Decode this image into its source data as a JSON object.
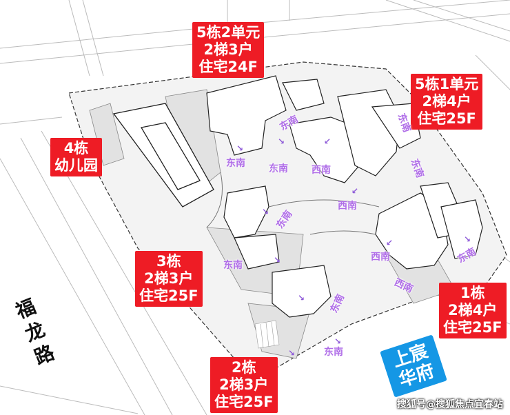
{
  "buildings": [
    {
      "id": "b5u2",
      "lines": [
        "5栋2单元",
        "2梯3户",
        "住宅24F"
      ]
    },
    {
      "id": "b5u1",
      "lines": [
        "5栋1单元",
        "2梯4户",
        "住宅25F"
      ]
    },
    {
      "id": "b4",
      "lines": [
        "4栋",
        "幼儿园"
      ]
    },
    {
      "id": "b3",
      "lines": [
        "3栋",
        "2梯3户",
        "住宅25F"
      ]
    },
    {
      "id": "b1",
      "lines": [
        "1栋",
        "2梯4户",
        "住宅25F"
      ]
    },
    {
      "id": "b2",
      "lines": [
        "2栋",
        "2梯3户",
        "住宅25F"
      ]
    }
  ],
  "orientations": [
    "东南",
    "东南",
    "东南",
    "西南",
    "东南",
    "西南",
    "东南",
    "东南",
    "西南",
    "西南",
    "东南",
    "东南",
    "东南",
    "东南"
  ],
  "road_name": "福龙路",
  "project_name": "上宸华府",
  "watermark": "搜狐号@搜狐焦点宜春站",
  "colors": {
    "label_bg": "#ee1c25",
    "orientation_text": "#b06ee8",
    "project_bg": "#1597e5",
    "plan_lines": "#555555"
  }
}
